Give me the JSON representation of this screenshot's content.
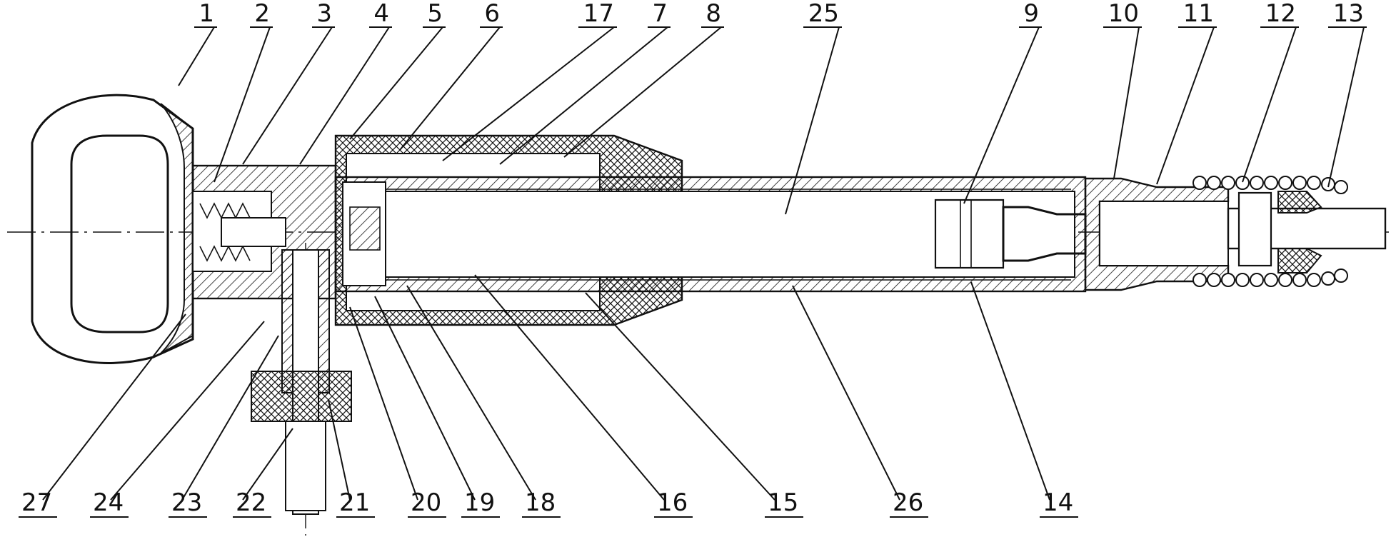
{
  "diagram": {
    "type": "engineering-cross-section",
    "colors": {
      "line": "#111111",
      "background": "#ffffff"
    },
    "part_labels": [
      {
        "id": "p1",
        "text": "1"
      },
      {
        "id": "p2",
        "text": "2"
      },
      {
        "id": "p3",
        "text": "3"
      },
      {
        "id": "p4",
        "text": "4"
      },
      {
        "id": "p5",
        "text": "5"
      },
      {
        "id": "p6",
        "text": "6"
      },
      {
        "id": "p17",
        "text": "17"
      },
      {
        "id": "p7",
        "text": "7"
      },
      {
        "id": "p8",
        "text": "8"
      },
      {
        "id": "p25",
        "text": "25"
      },
      {
        "id": "p9",
        "text": "9"
      },
      {
        "id": "p10",
        "text": "10"
      },
      {
        "id": "p11",
        "text": "11"
      },
      {
        "id": "p12",
        "text": "12"
      },
      {
        "id": "p13",
        "text": "13"
      },
      {
        "id": "p27",
        "text": "27"
      },
      {
        "id": "p24",
        "text": "24"
      },
      {
        "id": "p23",
        "text": "23"
      },
      {
        "id": "p22",
        "text": "22"
      },
      {
        "id": "p21",
        "text": "21"
      },
      {
        "id": "p20",
        "text": "20"
      },
      {
        "id": "p19",
        "text": "19"
      },
      {
        "id": "p18",
        "text": "18"
      },
      {
        "id": "p16",
        "text": "16"
      },
      {
        "id": "p15",
        "text": "15"
      },
      {
        "id": "p26",
        "text": "26"
      },
      {
        "id": "p14",
        "text": "14"
      }
    ]
  }
}
